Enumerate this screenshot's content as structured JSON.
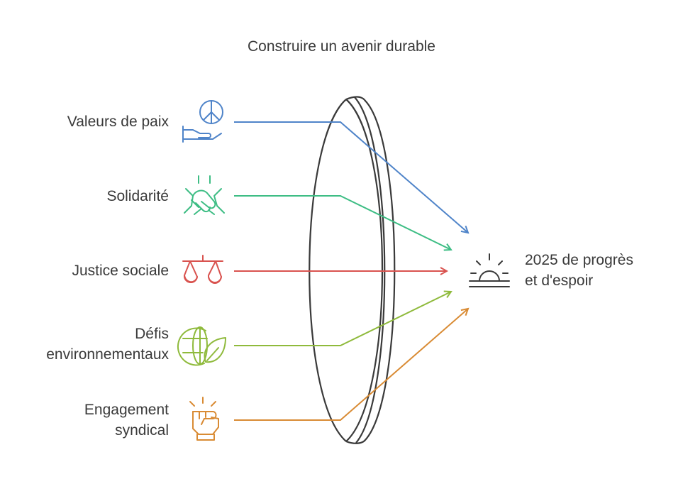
{
  "title": "Construire un avenir durable",
  "inputs": [
    {
      "id": "paix",
      "lines": [
        "Valeurs de paix"
      ],
      "icon": "peace-hand-icon",
      "color": "#4f84c9"
    },
    {
      "id": "solidarite",
      "lines": [
        "Solidarité"
      ],
      "icon": "holding-hands-icon",
      "color": "#3dbd84"
    },
    {
      "id": "justice",
      "lines": [
        "Justice sociale"
      ],
      "icon": "scales-icon",
      "color": "#d9534f"
    },
    {
      "id": "defis",
      "lines": [
        "Défis",
        "environnementaux"
      ],
      "icon": "globe-leaf-icon",
      "color": "#8fba3c"
    },
    {
      "id": "engagement",
      "lines": [
        "Engagement",
        "syndical"
      ],
      "icon": "raised-fist-icon",
      "color": "#d98b34"
    }
  ],
  "output": {
    "lines": [
      "2025 de progrès",
      "et d'espoir"
    ],
    "icon": "sunrise-icon",
    "color": "#3a3a3a"
  },
  "lens": {
    "icon": "lens-shape",
    "color": "#3a3a3a"
  }
}
